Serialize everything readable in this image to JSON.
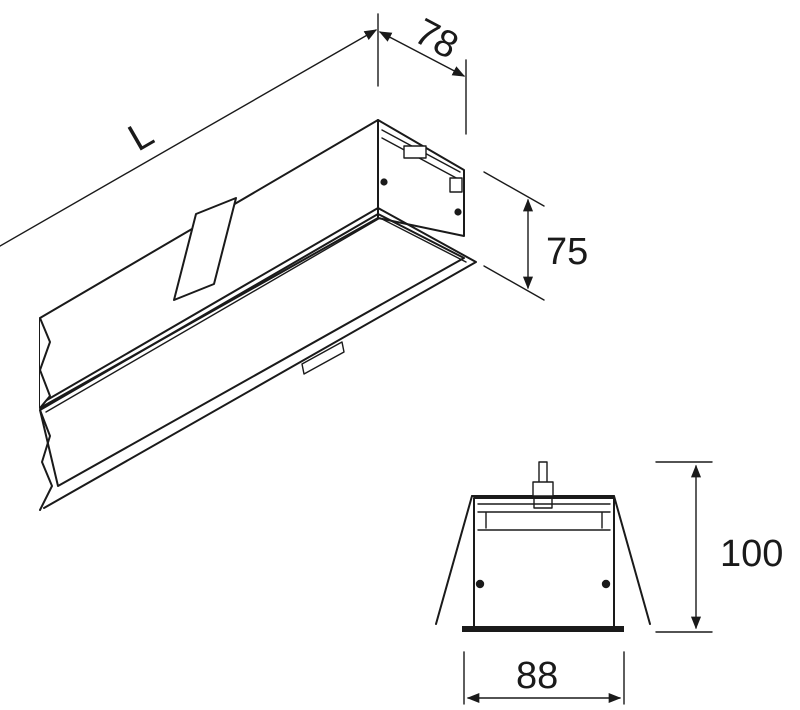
{
  "dimensions": {
    "length": "L",
    "width_top": "78",
    "height_side": "75",
    "height_section": "100",
    "width_section": "88"
  },
  "colors": {
    "line": "#1a1a1a",
    "background": "#ffffff"
  }
}
